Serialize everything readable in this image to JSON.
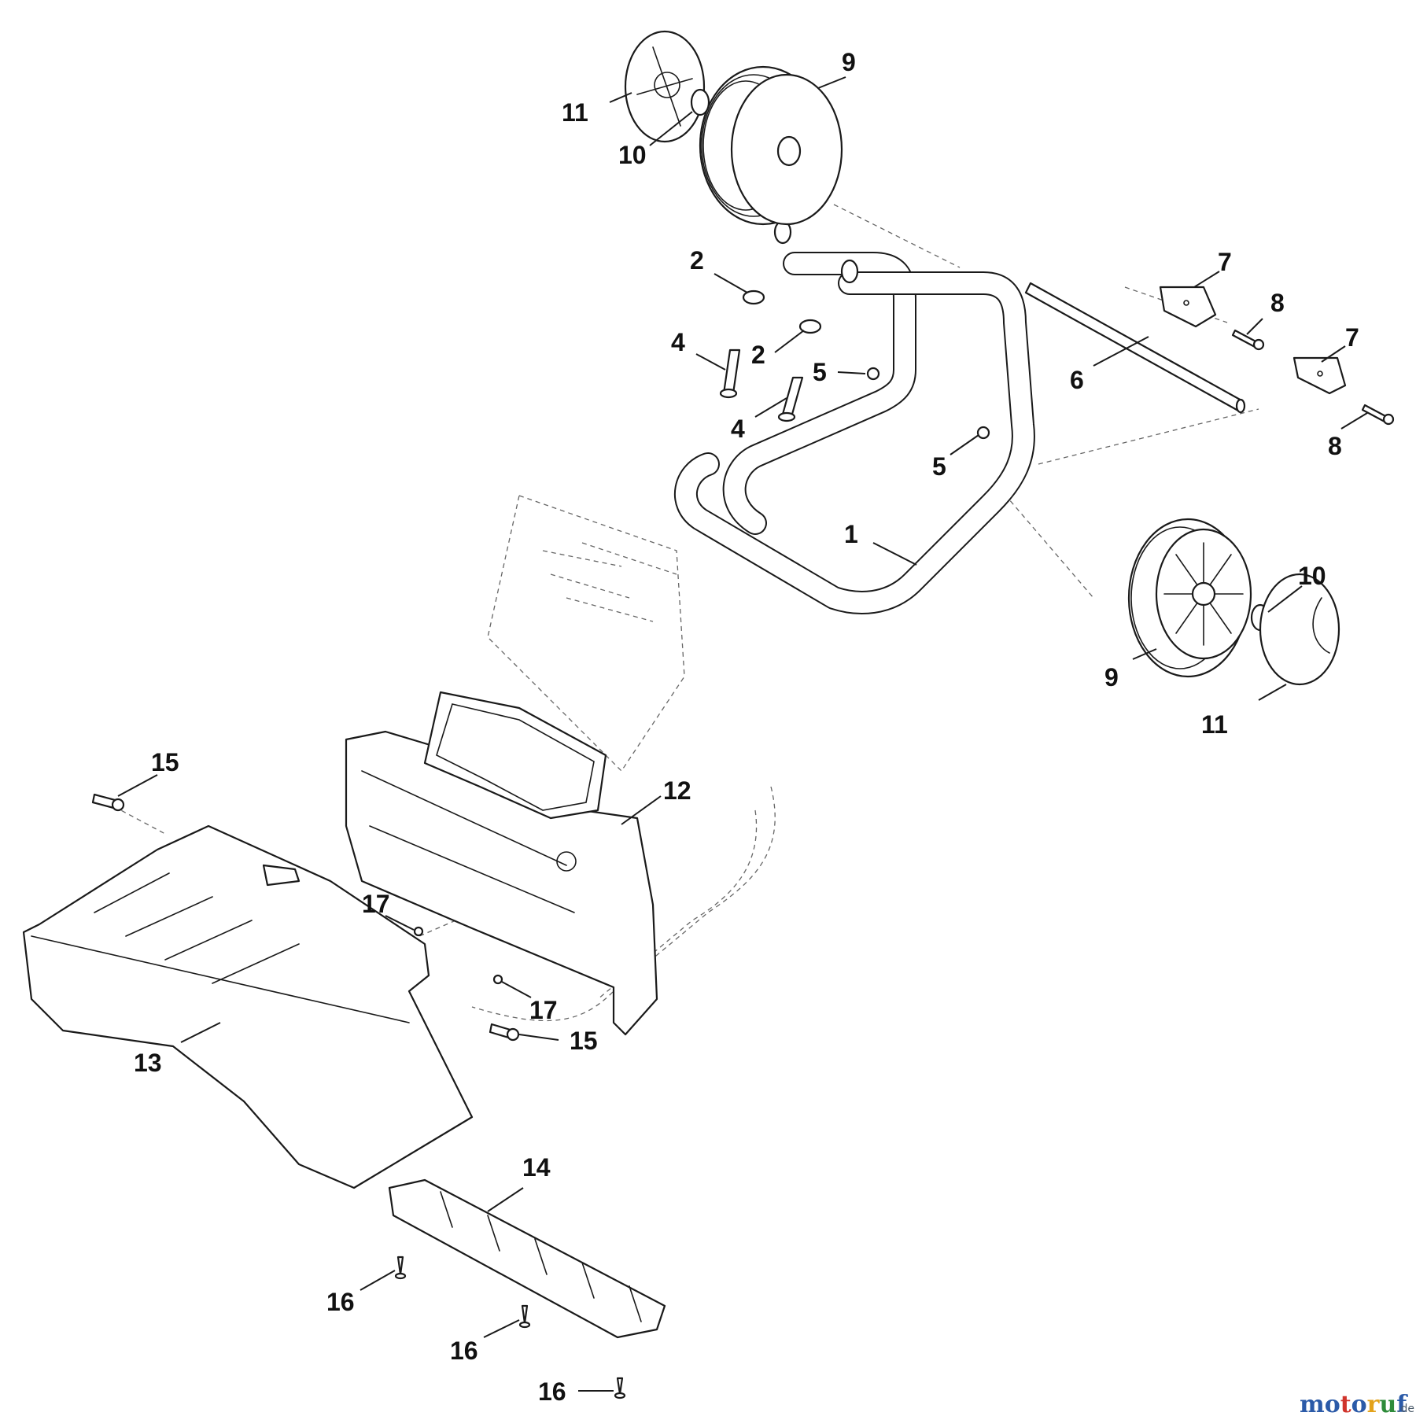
{
  "callouts": [
    "1",
    "2",
    "2",
    "4",
    "4",
    "5",
    "5",
    "6",
    "7",
    "7",
    "8",
    "8",
    "9",
    "9",
    "10",
    "10",
    "11",
    "11",
    "12",
    "13",
    "14",
    "15",
    "15",
    "16",
    "16",
    "16",
    "17",
    "17"
  ],
  "watermark": {
    "letters": [
      "m",
      "o",
      "t",
      "o",
      "r",
      "u",
      "f"
    ],
    "colors": [
      "#2b5aa8",
      "#2b5aa8",
      "#d0342c",
      "#2b5aa8",
      "#e3a21a",
      "#2e8b3a",
      "#2b5aa8"
    ],
    "suffix": ".de"
  }
}
